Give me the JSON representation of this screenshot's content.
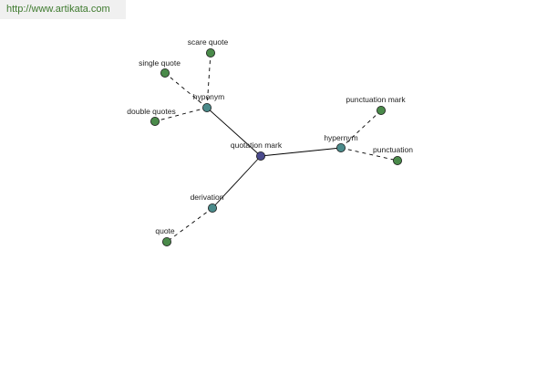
{
  "banner": {
    "text": "http://www.artikata.com"
  },
  "graph": {
    "colors": {
      "center": "#4a4a8c",
      "category": "#4a8a8a",
      "leaf": "#4a8a4a",
      "edge": "#000000"
    },
    "nodes": [
      {
        "id": "center",
        "label": "quotation mark",
        "kind": "center"
      },
      {
        "id": "hyponym",
        "label": "hyponym",
        "kind": "category"
      },
      {
        "id": "hypernym",
        "label": "hypernym",
        "kind": "category"
      },
      {
        "id": "derivation",
        "label": "derivation",
        "kind": "category"
      },
      {
        "id": "scare-quote",
        "label": "scare quote",
        "kind": "leaf"
      },
      {
        "id": "single-quote",
        "label": "single quote",
        "kind": "leaf"
      },
      {
        "id": "double-quotes",
        "label": "double quotes",
        "kind": "leaf"
      },
      {
        "id": "punctuation-mark",
        "label": "punctuation mark",
        "kind": "leaf"
      },
      {
        "id": "punctuation",
        "label": "punctuation",
        "kind": "leaf"
      },
      {
        "id": "quote",
        "label": "quote",
        "kind": "leaf"
      }
    ],
    "edges": [
      {
        "from": "center",
        "to": "hyponym",
        "style": "solid"
      },
      {
        "from": "center",
        "to": "hypernym",
        "style": "solid"
      },
      {
        "from": "center",
        "to": "derivation",
        "style": "solid"
      },
      {
        "from": "hyponym",
        "to": "scare-quote",
        "style": "dashed"
      },
      {
        "from": "hyponym",
        "to": "single-quote",
        "style": "dashed"
      },
      {
        "from": "hyponym",
        "to": "double-quotes",
        "style": "dashed"
      },
      {
        "from": "hypernym",
        "to": "punctuation-mark",
        "style": "dashed"
      },
      {
        "from": "hypernym",
        "to": "punctuation",
        "style": "dashed"
      },
      {
        "from": "derivation",
        "to": "quote",
        "style": "dashed"
      }
    ]
  }
}
